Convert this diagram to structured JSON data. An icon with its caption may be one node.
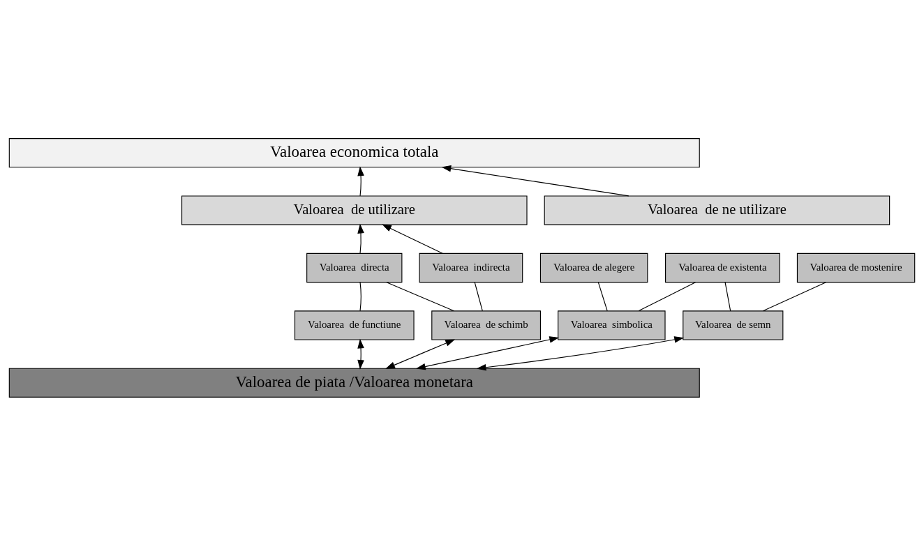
{
  "diagram": {
    "nodes": [
      {
        "text": [
          "Valoarea economica totala"
        ]
      },
      {
        "text": [
          "Valoarea  de utilizare"
        ]
      },
      {
        "text": [
          "Valoarea  de ne utilizare"
        ]
      },
      {
        "text": [
          "Valoarea  directa"
        ]
      },
      {
        "text": [
          "Valoarea  indirecta"
        ]
      },
      {
        "text": [
          "Valoarea de alegere"
        ]
      },
      {
        "text": [
          "Valoarea de existenta"
        ]
      },
      {
        "text": [
          "Valoarea de mostenire"
        ]
      },
      {
        "text": [
          "Valoarea  de functiune"
        ]
      },
      {
        "text": [
          "Valoarea  de schimb"
        ]
      },
      {
        "text": [
          "Valoarea  simbolica"
        ]
      },
      {
        "text": [
          "Valoarea  de semn"
        ]
      },
      {
        "text": [
          "Valoarea de piata /Valoarea monetara"
        ]
      }
    ],
    "edges": [
      {
        "from": 1,
        "to": 0,
        "arrow": "to"
      },
      {
        "from": 2,
        "to": 0,
        "arrow": "to"
      },
      {
        "from": 3,
        "to": 1,
        "arrow": "to"
      },
      {
        "from": 4,
        "to": 1,
        "arrow": "to"
      },
      {
        "from": 3,
        "to": 8,
        "arrow": "none"
      },
      {
        "from": 3,
        "to": 9,
        "arrow": "none"
      },
      {
        "from": 4,
        "to": 9,
        "arrow": "none"
      },
      {
        "from": 5,
        "to": 10,
        "arrow": "none"
      },
      {
        "from": 6,
        "to": 10,
        "arrow": "none"
      },
      {
        "from": 6,
        "to": 11,
        "arrow": "none"
      },
      {
        "from": 7,
        "to": 11,
        "arrow": "none"
      },
      {
        "from": 8,
        "to": 12,
        "arrow": "both"
      },
      {
        "from": 9,
        "to": 12,
        "arrow": "both"
      },
      {
        "from": 10,
        "to": 12,
        "arrow": "both"
      },
      {
        "from": 11,
        "to": 12,
        "arrow": "both"
      }
    ]
  }
}
